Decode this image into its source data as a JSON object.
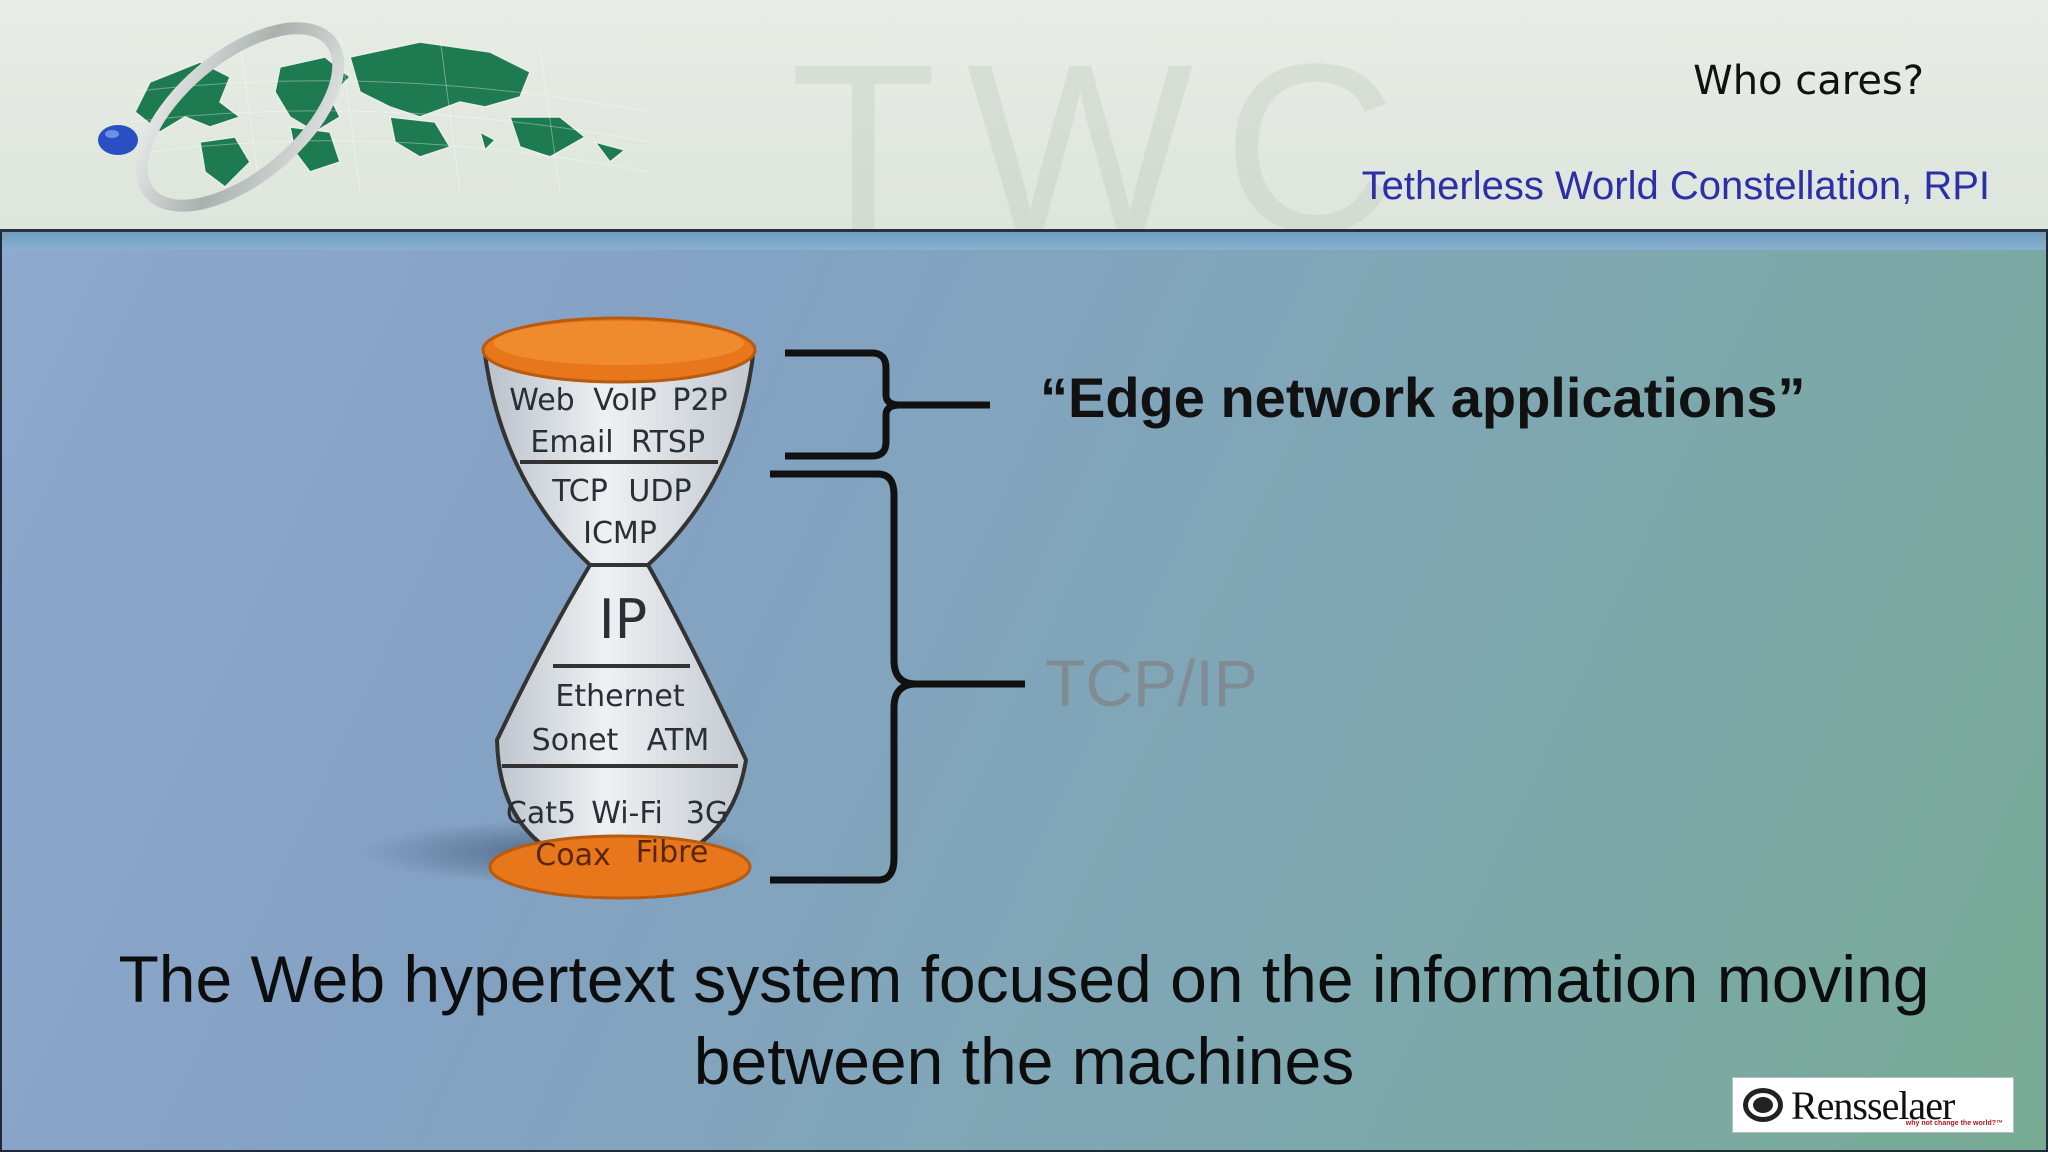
{
  "header": {
    "watermark": "TWC",
    "slide_title": "Who cares?",
    "organization": "Tetherless World Constellation, RPI"
  },
  "hourglass": {
    "app_row_1": [
      "Web",
      "VoIP",
      "P2P"
    ],
    "app_row_2": [
      "Email",
      "RTSP"
    ],
    "transport_row_1": [
      "TCP",
      "UDP"
    ],
    "transport_row_2": [
      "ICMP"
    ],
    "network": "IP",
    "link_row_1": [
      "Ethernet"
    ],
    "link_row_2": [
      "Sonet",
      "ATM"
    ],
    "physical_row_1": [
      "Cat5",
      "Wi-Fi",
      "3G"
    ],
    "physical_row_2": [
      "Coax",
      "Fibre"
    ]
  },
  "labels": {
    "edge": "“Edge network applications”",
    "tcpip": "TCP/IP"
  },
  "caption": {
    "line1": "The Web hypertext system focused on the information moving",
    "line2": "between the machines"
  },
  "logo": {
    "name": "Rensselaer",
    "tagline": "why not change the world?™"
  },
  "colors": {
    "orange": "#e8761a",
    "org_text": "#2b2fa8",
    "tcpip_gray": "#7f8c94"
  }
}
